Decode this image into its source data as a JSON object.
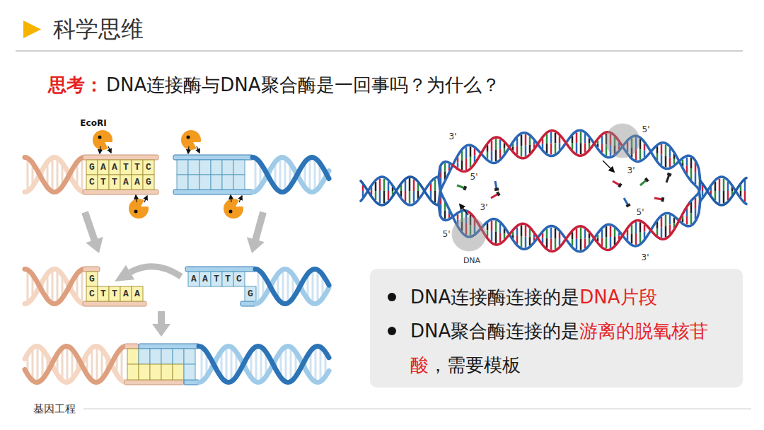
{
  "diagram": {
    "title": "科学思维",
    "nodes": [
      {
        "text": [
          "DNA连接酶连接的是",
          "DNA片段",
          "DNA聚合酶连接的是",
          "游离的脱氧核苷酸",
          "，需要模板"
        ]
      }
    ],
    "labels": [
      "思考：",
      "DNA连接酶与DNA聚合酶是一回事吗？为什么？",
      "EcoRI",
      "GAATTC",
      "CTTAAG",
      "G",
      "CTTAA",
      "AATTC",
      "G",
      "3'",
      "5'",
      "5'",
      "3'",
      "3'",
      "5'",
      "5'",
      "3'",
      "DNA",
      "基因工程"
    ]
  }
}
